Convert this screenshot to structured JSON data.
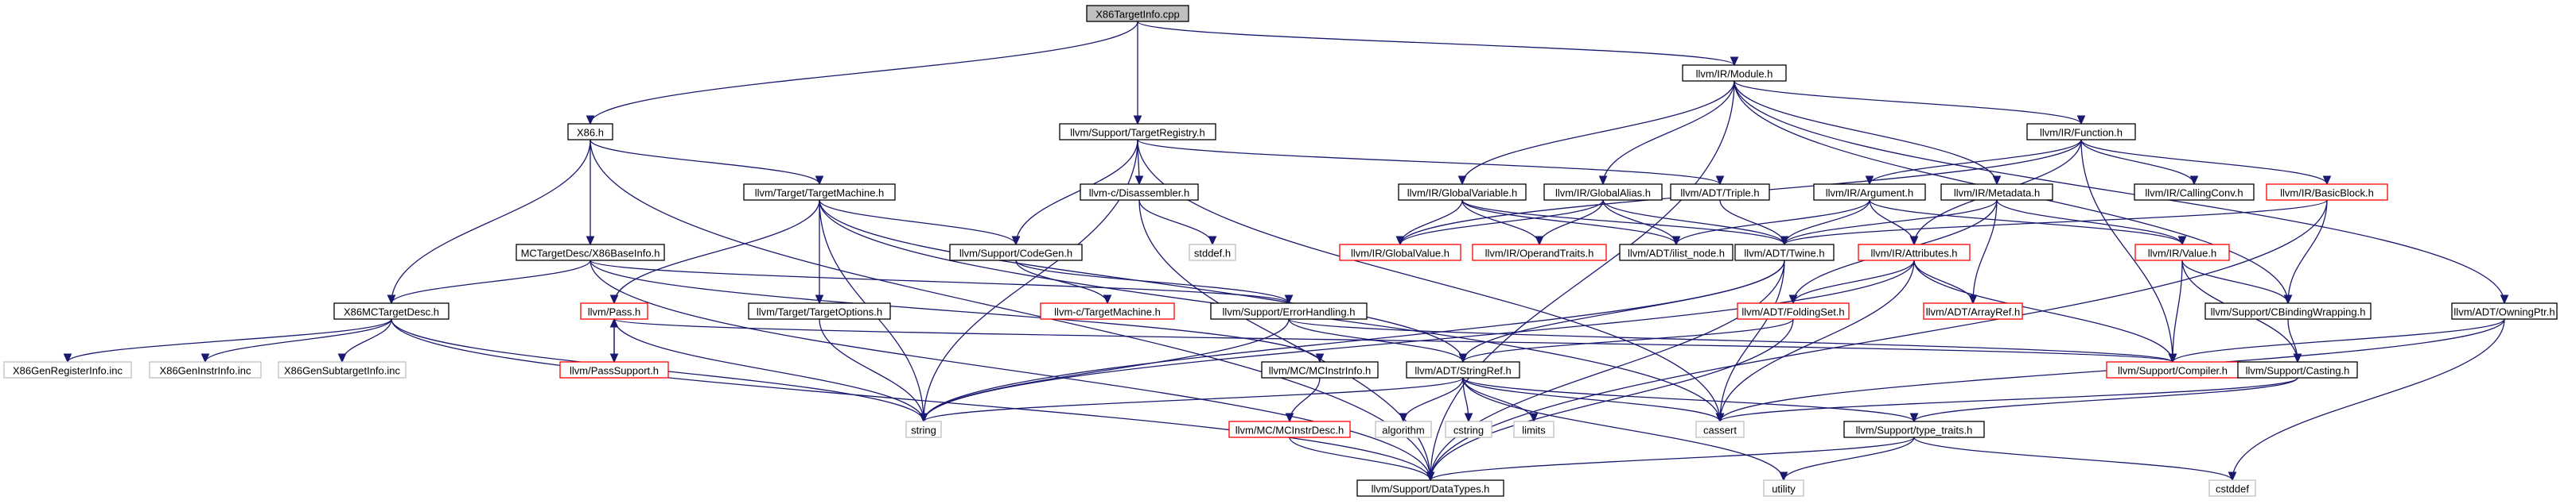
{
  "colors": {
    "edge": "#191970",
    "documented_border": "#000000",
    "missing_border": "#ff0000",
    "external_border": "#bfbfbf",
    "root_fill": "#bfbfbf",
    "text": "#000000",
    "external_text": "#000000"
  },
  "nodes": {
    "root": "X86TargetInfo.cpp",
    "x86_h": "X86.h",
    "target_registry": "llvm/Support/TargetRegistry.h",
    "module": "llvm/IR/Module.h",
    "function": "llvm/IR/Function.h",
    "target_machine": "llvm/Target/TargetMachine.h",
    "disassembler": "llvm-c/Disassembler.h",
    "stddef": "stddef.h",
    "global_variable": "llvm/IR/GlobalVariable.h",
    "global_alias": "llvm/IR/GlobalAlias.h",
    "triple": "llvm/ADT/Triple.h",
    "argument": "llvm/IR/Argument.h",
    "metadata": "llvm/IR/Metadata.h",
    "calling_conv": "llvm/IR/CallingConv.h",
    "basic_block": "llvm/IR/BasicBlock.h",
    "x86_base_info": "MCTargetDesc/X86BaseInfo.h",
    "codegen": "llvm/Support/CodeGen.h",
    "global_value": "llvm/IR/GlobalValue.h",
    "operand_traits": "llvm/IR/OperandTraits.h",
    "ilist_node": "llvm/ADT/ilist_node.h",
    "twine": "llvm/ADT/Twine.h",
    "attributes": "llvm/IR/Attributes.h",
    "value": "llvm/IR/Value.h",
    "x86_mc_target_desc": "X86MCTargetDesc.h",
    "pass": "llvm/Pass.h",
    "target_options": "llvm/Target/TargetOptions.h",
    "c_target_machine": "llvm-c/TargetMachine.h",
    "error_handling": "llvm/Support/ErrorHandling.h",
    "folding_set": "llvm/ADT/FoldingSet.h",
    "array_ref": "llvm/ADT/ArrayRef.h",
    "cbinding": "llvm/Support/CBindingWrapping.h",
    "owning_ptr": "llvm/ADT/OwningPtr.h",
    "gen_register_info": "X86GenRegisterInfo.inc",
    "gen_instr_info": "X86GenInstrInfo.inc",
    "gen_subtarget_info": "X86GenSubtargetInfo.inc",
    "pass_support": "llvm/PassSupport.h",
    "mc_instr_info": "llvm/MC/MCInstrInfo.h",
    "string_ref": "llvm/ADT/StringRef.h",
    "compiler": "llvm/Support/Compiler.h",
    "casting": "llvm/Support/Casting.h",
    "string": "string",
    "mc_instr_desc": "llvm/MC/MCInstrDesc.h",
    "algorithm": "algorithm",
    "cstring": "cstring",
    "limits": "limits",
    "cassert": "cassert",
    "type_traits": "llvm/Support/type_traits.h",
    "data_types": "llvm/Support/DataTypes.h",
    "utility": "utility",
    "cstddef": "cstddef"
  }
}
